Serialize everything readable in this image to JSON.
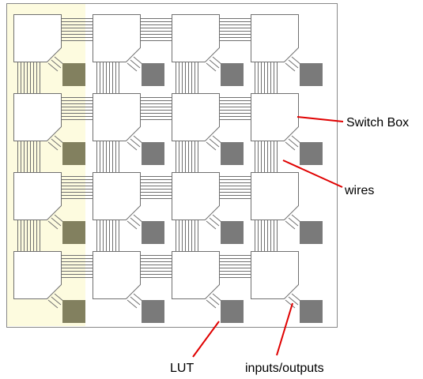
{
  "diagram": {
    "grid_rows": 4,
    "grid_cols": 4,
    "wires_per_channel": 8,
    "colors": {
      "canvas_fill": "#ffffff",
      "highlight_fill": "#fdfbdf",
      "frame_stroke": "#888888",
      "wire": "#707070",
      "switch_box_stroke": "#707070",
      "lut_fill": "#7a7a7a",
      "lut_fill_highlighted": "#82805f",
      "callout_line": "#e00000"
    },
    "labels": {
      "switch_box": "Switch Box",
      "wires": "wires",
      "lut": "LUT",
      "io": "inputs/outputs"
    }
  }
}
